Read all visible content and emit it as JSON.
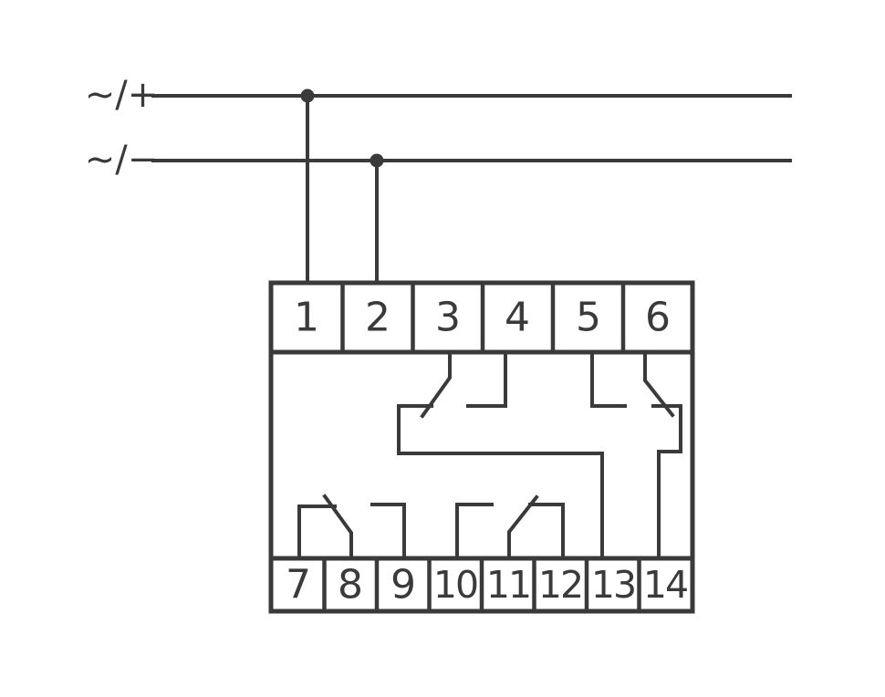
{
  "colors": {
    "stroke": "#3a3a3a",
    "background": "#ffffff"
  },
  "power": {
    "plus_label": "~/+",
    "minus_label": "~/−"
  },
  "terminals": {
    "top": [
      "1",
      "2",
      "3",
      "4",
      "5",
      "6"
    ],
    "bottom": [
      "7",
      "8",
      "9",
      "10",
      "11",
      "12",
      "13",
      "14"
    ]
  }
}
